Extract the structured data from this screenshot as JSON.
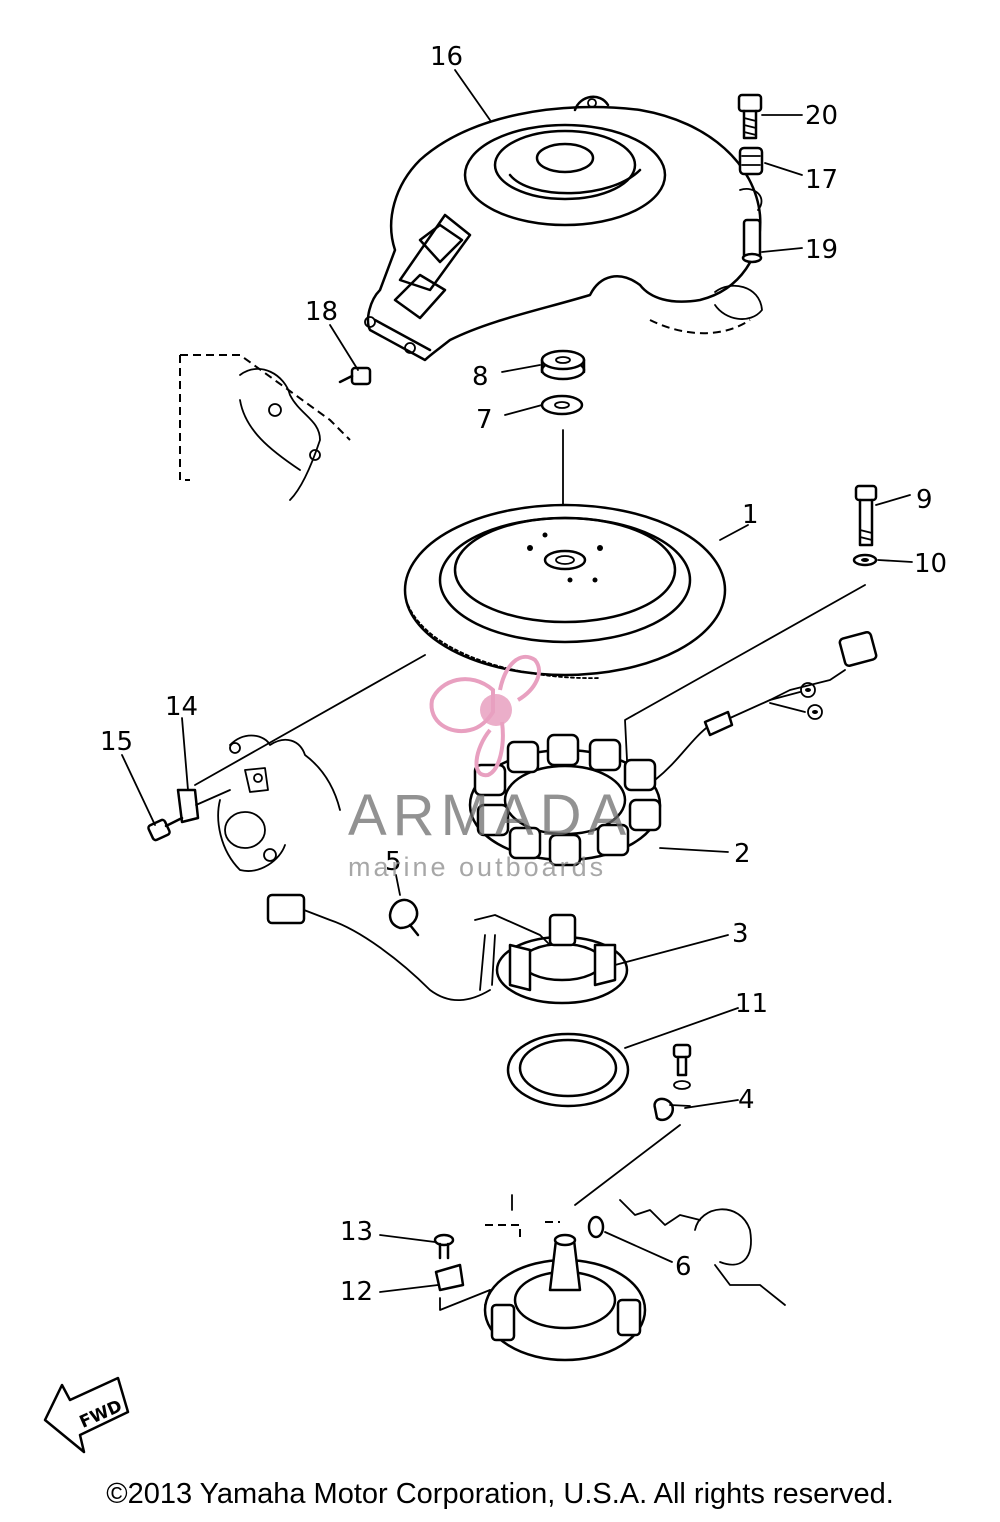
{
  "callouts": {
    "c1": "1",
    "c2": "2",
    "c3": "3",
    "c4": "4",
    "c5": "5",
    "c6": "6",
    "c7": "7",
    "c8": "8",
    "c9": "9",
    "c10": "10",
    "c11": "11",
    "c12": "12",
    "c13": "13",
    "c14": "14",
    "c15": "15",
    "c16": "16",
    "c17": "17",
    "c18": "18",
    "c19": "19",
    "c20": "20"
  },
  "fwd_label": "FWD",
  "watermark": {
    "brand": "ARMADA",
    "tagline": "marine outboards",
    "color": "#e8a0c0"
  },
  "copyright": "©2013 Yamaha Motor Corporation, U.S.A. All rights reserved."
}
